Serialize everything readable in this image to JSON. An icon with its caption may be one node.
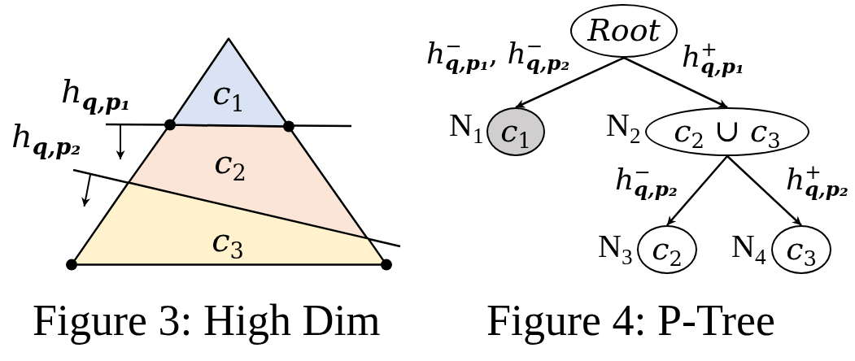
{
  "diagram": {
    "nodes": [
      {
        "text": [
          "*c*$_{1}$"
        ]
      },
      {
        "text": [
          "*c*$_{2}$"
        ]
      },
      {
        "text": [
          "*c*$_{3}$"
        ]
      },
      {
        "text": [
          "Root"
        ]
      },
      {
        "text": [
          "*c*$_{1}$"
        ],
        "beside": [
          "N$_{1}$"
        ]
      },
      {
        "text": [
          "*c*$_{2}$ ∪ *c*$_{3}$"
        ],
        "beside": [
          "N$_{2}$"
        ]
      },
      {
        "text": [
          "*c*$_{2}$"
        ],
        "beside": [
          "N$_{3}$"
        ]
      },
      {
        "text": [
          "*c*$_{3}$"
        ],
        "beside": [
          "N$_{4}$"
        ]
      }
    ],
    "edges": [
      {
        "from": 3,
        "to": 4,
        "arrow": "to",
        "label": "*h*$^{−}$$_{q,p₁}$, *h*$^{−}$$_{q,p₂}$"
      },
      {
        "from": 3,
        "to": 5,
        "arrow": "to",
        "label": "*h*$^{+}$$_{q,p₁}$"
      },
      {
        "from": 5,
        "to": 6,
        "arrow": "to",
        "label": "*h*$^{−}$$_{q,p₂}$"
      },
      {
        "from": 5,
        "to": 7,
        "arrow": "to",
        "label": "*h*$^{+}$$_{q,p₂}$"
      }
    ],
    "labels": [
      "*h*$_{q,p₁}$",
      "*h*$_{q,p₂}$",
      "Figure 3: High Dim",
      "Figure 4: P-Tree"
    ]
  }
}
